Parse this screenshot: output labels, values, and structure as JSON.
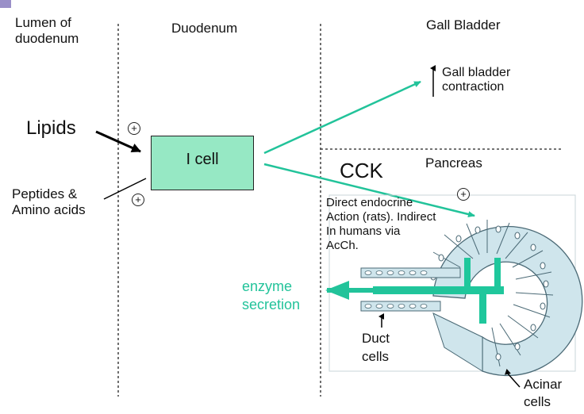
{
  "labels": {
    "lumen": "Lumen of\nduodenum",
    "duodenum": "Duodenum",
    "gall_bladder": "Gall Bladder",
    "gb_contraction": "Gall bladder\ncontraction",
    "lipids": "Lipids",
    "peptides": "Peptides &\nAmino acids",
    "icell": "I cell",
    "cck": "CCK",
    "pancreas": "Pancreas",
    "direct_action": "Direct endocrine\nAction (rats). Indirect\nIn humans via\nAcCh.",
    "enzyme_secretion": "enzyme\nsecretion",
    "duct_cells": "Duct\ncells",
    "acinar_cells": "Acinar\ncells",
    "plus_sign": "+"
  },
  "colors": {
    "arrow_teal": "#22c39a",
    "icell_fill": "#96e8c4",
    "acinar_fill": "#cfe5ec",
    "duct_teal": "#1fc79c"
  }
}
